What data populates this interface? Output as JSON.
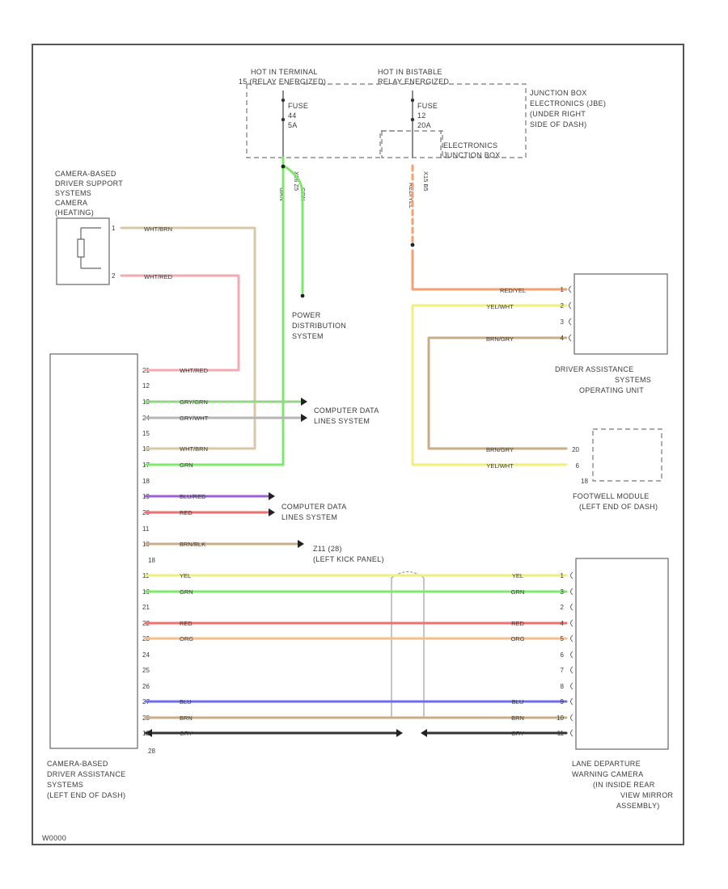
{
  "footer_code": "W0000",
  "hot_labels": [
    {
      "lines": [
        "HOT IN TERMINAL",
        "15 (RELAY ENERGIZED)"
      ]
    },
    {
      "lines": [
        "HOT IN BISTABLE",
        "RELAY ENERGIZED"
      ]
    }
  ],
  "fuse_a": {
    "lines": [
      "FUSE",
      "44",
      "5A"
    ]
  },
  "fuse_b": {
    "lines": [
      "FUSE",
      "12",
      "20A"
    ]
  },
  "junction_box_label": {
    "lines": [
      "JUNCTION BOX",
      "ELECTRONICS (JBE)",
      "(UNDER RIGHT",
      "SIDE OF DASH)"
    ]
  },
  "electronics_jb_label": {
    "lines": [
      "ELECTRONICS",
      "JUNCTION BOX"
    ]
  },
  "vertical_wire_labels": [
    {
      "label": "GRN"
    },
    {
      "label": "GRN"
    },
    {
      "label": "RED/YEL"
    },
    {
      "label": "X26 Z5"
    },
    {
      "label": "X15 B5"
    }
  ],
  "camera": {
    "lines": [
      "CAMERA-BASED",
      "DRIVER SUPPORT",
      "SYSTEMS",
      "CAMERA",
      "(HEATING)"
    ],
    "pins": [
      "1",
      "2"
    ],
    "wires": [
      "WHT/BRN",
      "WHT/RED"
    ]
  },
  "power_distribution": {
    "lines": [
      "POWER",
      "DISTRIBUTION",
      "SYSTEM"
    ]
  },
  "computer_data_1": {
    "lines": [
      "COMPUTER DATA",
      "LINES SYSTEM"
    ]
  },
  "computer_data_2": {
    "lines": [
      "COMPUTER DATA",
      "LINES SYSTEM"
    ]
  },
  "ground": {
    "lines": [
      "Z11 (28)",
      "(LEFT KICK PANEL)"
    ]
  },
  "left_module": {
    "lines": [
      "CAMERA-BASED",
      "DRIVER ASSISTANCE",
      "SYSTEMS",
      "(LEFT END OF DASH)"
    ],
    "pins": [
      "21",
      "12",
      "13",
      "24",
      "15",
      "16",
      "17",
      "18",
      "19",
      "20",
      "11",
      "10",
      "21",
      "22",
      "23",
      "24",
      "25",
      "26",
      "27",
      "28",
      "12",
      "30"
    ],
    "last_pin": "28",
    "top_wires": [
      {
        "label": "WHT/RED"
      },
      {
        "label": "GRY/GRN"
      },
      {
        "label": "GRY/WHT"
      },
      {
        "label": "WHT/BRN"
      },
      {
        "label": "GRN"
      },
      {
        "label": "BLU/RED"
      },
      {
        "label": "RED"
      },
      {
        "label": "BRN/BLK"
      }
    ],
    "pin_18": "18"
  },
  "operating_unit": {
    "lines": [
      "DRIVER ASSISTANCE",
      "SYSTEMS",
      "OPERATING UNIT"
    ],
    "pins": [
      "1",
      "2",
      "3",
      "4"
    ],
    "wires": [
      "RED/YEL",
      "YEL/WHT",
      "",
      "BRN/GRY"
    ]
  },
  "footwell": {
    "lines": [
      "FOOTWELL MODULE",
      "(LEFT END OF DASH)"
    ],
    "pins": [
      "20",
      "6",
      "18"
    ],
    "wires": [
      "BRN/GRY",
      "YEL/WHT"
    ]
  },
  "lane_camera": {
    "lines": [
      "LANE DEPARTURE",
      "WARNING CAMERA",
      "(IN INSIDE REAR",
      "VIEW MIRROR",
      "ASSEMBLY)"
    ],
    "pins": [
      "1",
      "3",
      "2",
      "4",
      "5",
      "6",
      "7",
      "8",
      "9",
      "10",
      "11"
    ],
    "wires_left": [
      "YEL",
      "GRN",
      "RED",
      "ORG",
      "BLU",
      "BRN",
      "GRY"
    ],
    "wires_right": [
      "YEL",
      "GRN",
      "RED",
      "ORG",
      "BLU",
      "BRN",
      "GRY"
    ]
  },
  "colors": {
    "WHT_BRN": "#d8c8a6",
    "WHT_RED": "#f4a8b0",
    "GRN": "#7ee86a",
    "GRY": "#b6b6b6",
    "RED_YEL": "#f4a070",
    "YEL": "#f1ee7c",
    "BRN": "#c8ad86",
    "BLU": "#6e6cf0",
    "PUR": "#9b62d6",
    "RED": "#f07070",
    "ORG": "#f6be8c",
    "BLK": "#333333"
  }
}
